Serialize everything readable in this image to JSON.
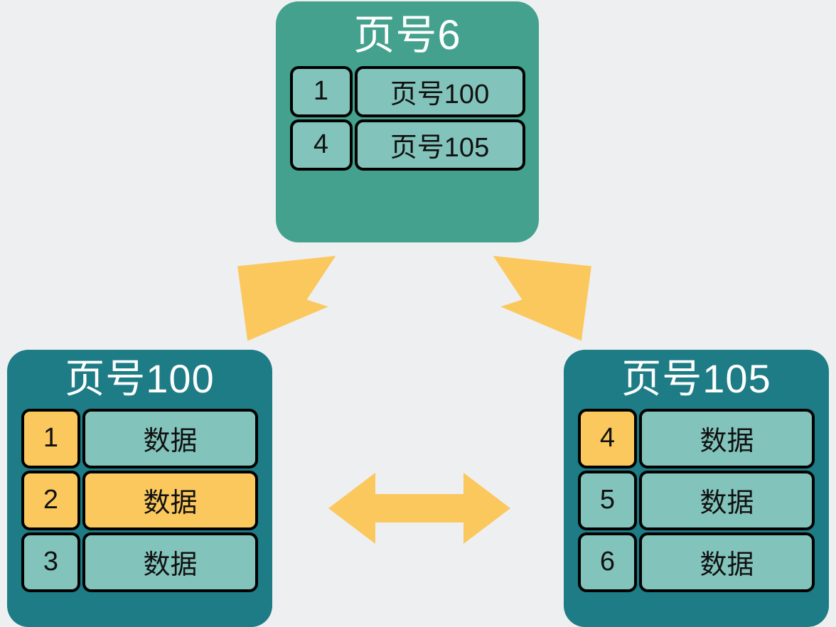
{
  "background_color": "#eeeff1",
  "colors": {
    "root_node": "#43a18d",
    "leaf_node": "#1d7c85",
    "cell_teal": "#82c4bb",
    "cell_yellow": "#fbc85e",
    "cell_border": "#000000",
    "title_text": "#ffffff",
    "cell_text": "#111111",
    "arrow": "#fbc85e"
  },
  "nodes": {
    "root": {
      "title": "页号6",
      "rows": [
        {
          "key": "1",
          "key_fill": "teal",
          "value": "页号100",
          "value_fill": "teal"
        },
        {
          "key": "4",
          "key_fill": "teal",
          "value": "页号105",
          "value_fill": "teal"
        }
      ]
    },
    "left_leaf": {
      "title": "页号100",
      "rows": [
        {
          "key": "1",
          "key_fill": "yellow",
          "value": "数据",
          "value_fill": "teal"
        },
        {
          "key": "2",
          "key_fill": "yellow",
          "value": "数据",
          "value_fill": "yellow"
        },
        {
          "key": "3",
          "key_fill": "teal",
          "value": "数据",
          "value_fill": "teal"
        }
      ]
    },
    "right_leaf": {
      "title": "页号105",
      "rows": [
        {
          "key": "4",
          "key_fill": "yellow",
          "value": "数据",
          "value_fill": "teal"
        },
        {
          "key": "5",
          "key_fill": "teal",
          "value": "数据",
          "value_fill": "teal"
        },
        {
          "key": "6",
          "key_fill": "teal",
          "value": "数据",
          "value_fill": "teal"
        }
      ]
    }
  },
  "arrows": {
    "to_left_child": "arrow-down-left-icon",
    "to_right_child": "arrow-down-right-icon",
    "sibling_link": "double-headed-arrow-icon"
  }
}
